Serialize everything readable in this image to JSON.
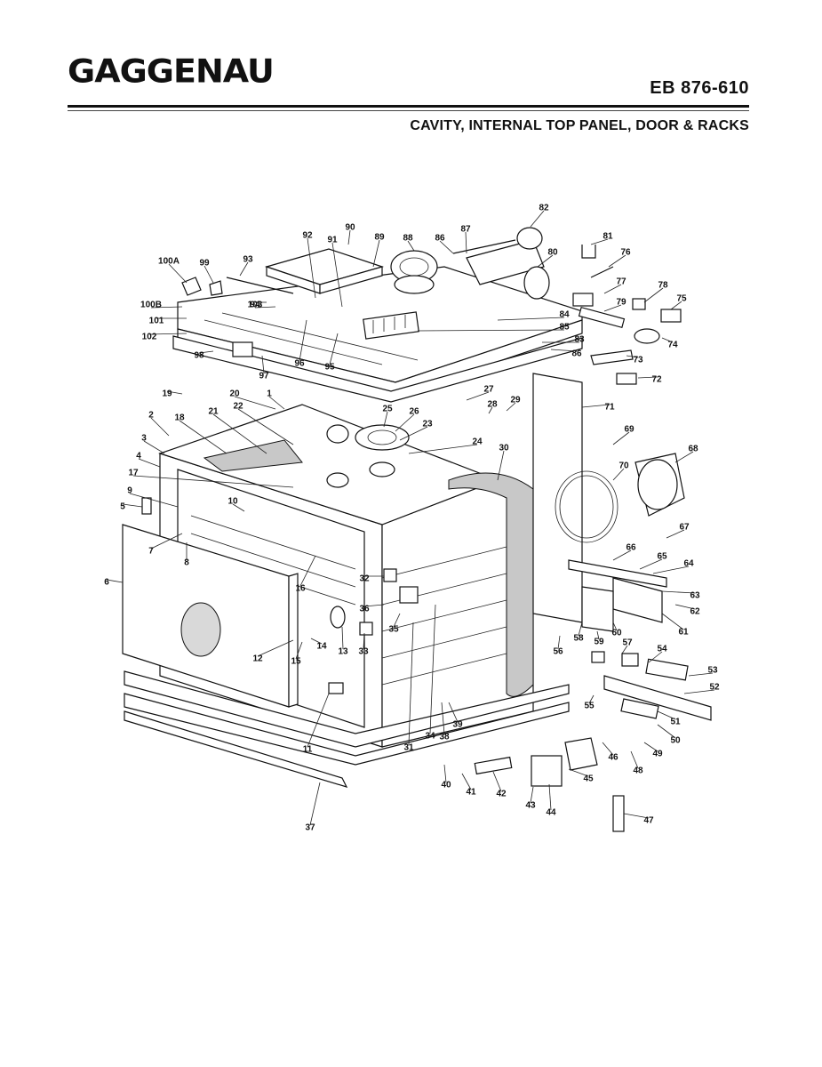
{
  "header": {
    "brand": "GAGGENAU",
    "model": "EB 876-610",
    "title": "CAVITY, INTERNAL TOP PANEL, DOOR & RACKS"
  },
  "callouts": [
    "1",
    "2",
    "3",
    "4",
    "5",
    "6",
    "7",
    "8",
    "9",
    "10",
    "11",
    "12",
    "13",
    "14",
    "15",
    "16",
    "17",
    "18",
    "19",
    "20",
    "21",
    "22",
    "23",
    "24",
    "25",
    "26",
    "27",
    "28",
    "29",
    "30",
    "31",
    "32",
    "33",
    "34",
    "35",
    "36",
    "37",
    "38",
    "39",
    "40",
    "41",
    "42",
    "43",
    "44",
    "45",
    "46",
    "47",
    "48",
    "49",
    "50",
    "51",
    "52",
    "53",
    "54",
    "55",
    "56",
    "57",
    "58",
    "59",
    "60",
    "61",
    "62",
    "63",
    "64",
    "65",
    "66",
    "67",
    "68",
    "69",
    "70",
    "71",
    "72",
    "73",
    "74",
    "75",
    "76",
    "77",
    "78",
    "79",
    "80",
    "81",
    "82",
    "83",
    "84",
    "85",
    "86",
    "86",
    "87",
    "88",
    "89",
    "90",
    "91",
    "92",
    "93",
    "94",
    "95",
    "96",
    "97",
    "98",
    "99",
    "100A",
    "100B",
    "101",
    "102",
    "103"
  ]
}
